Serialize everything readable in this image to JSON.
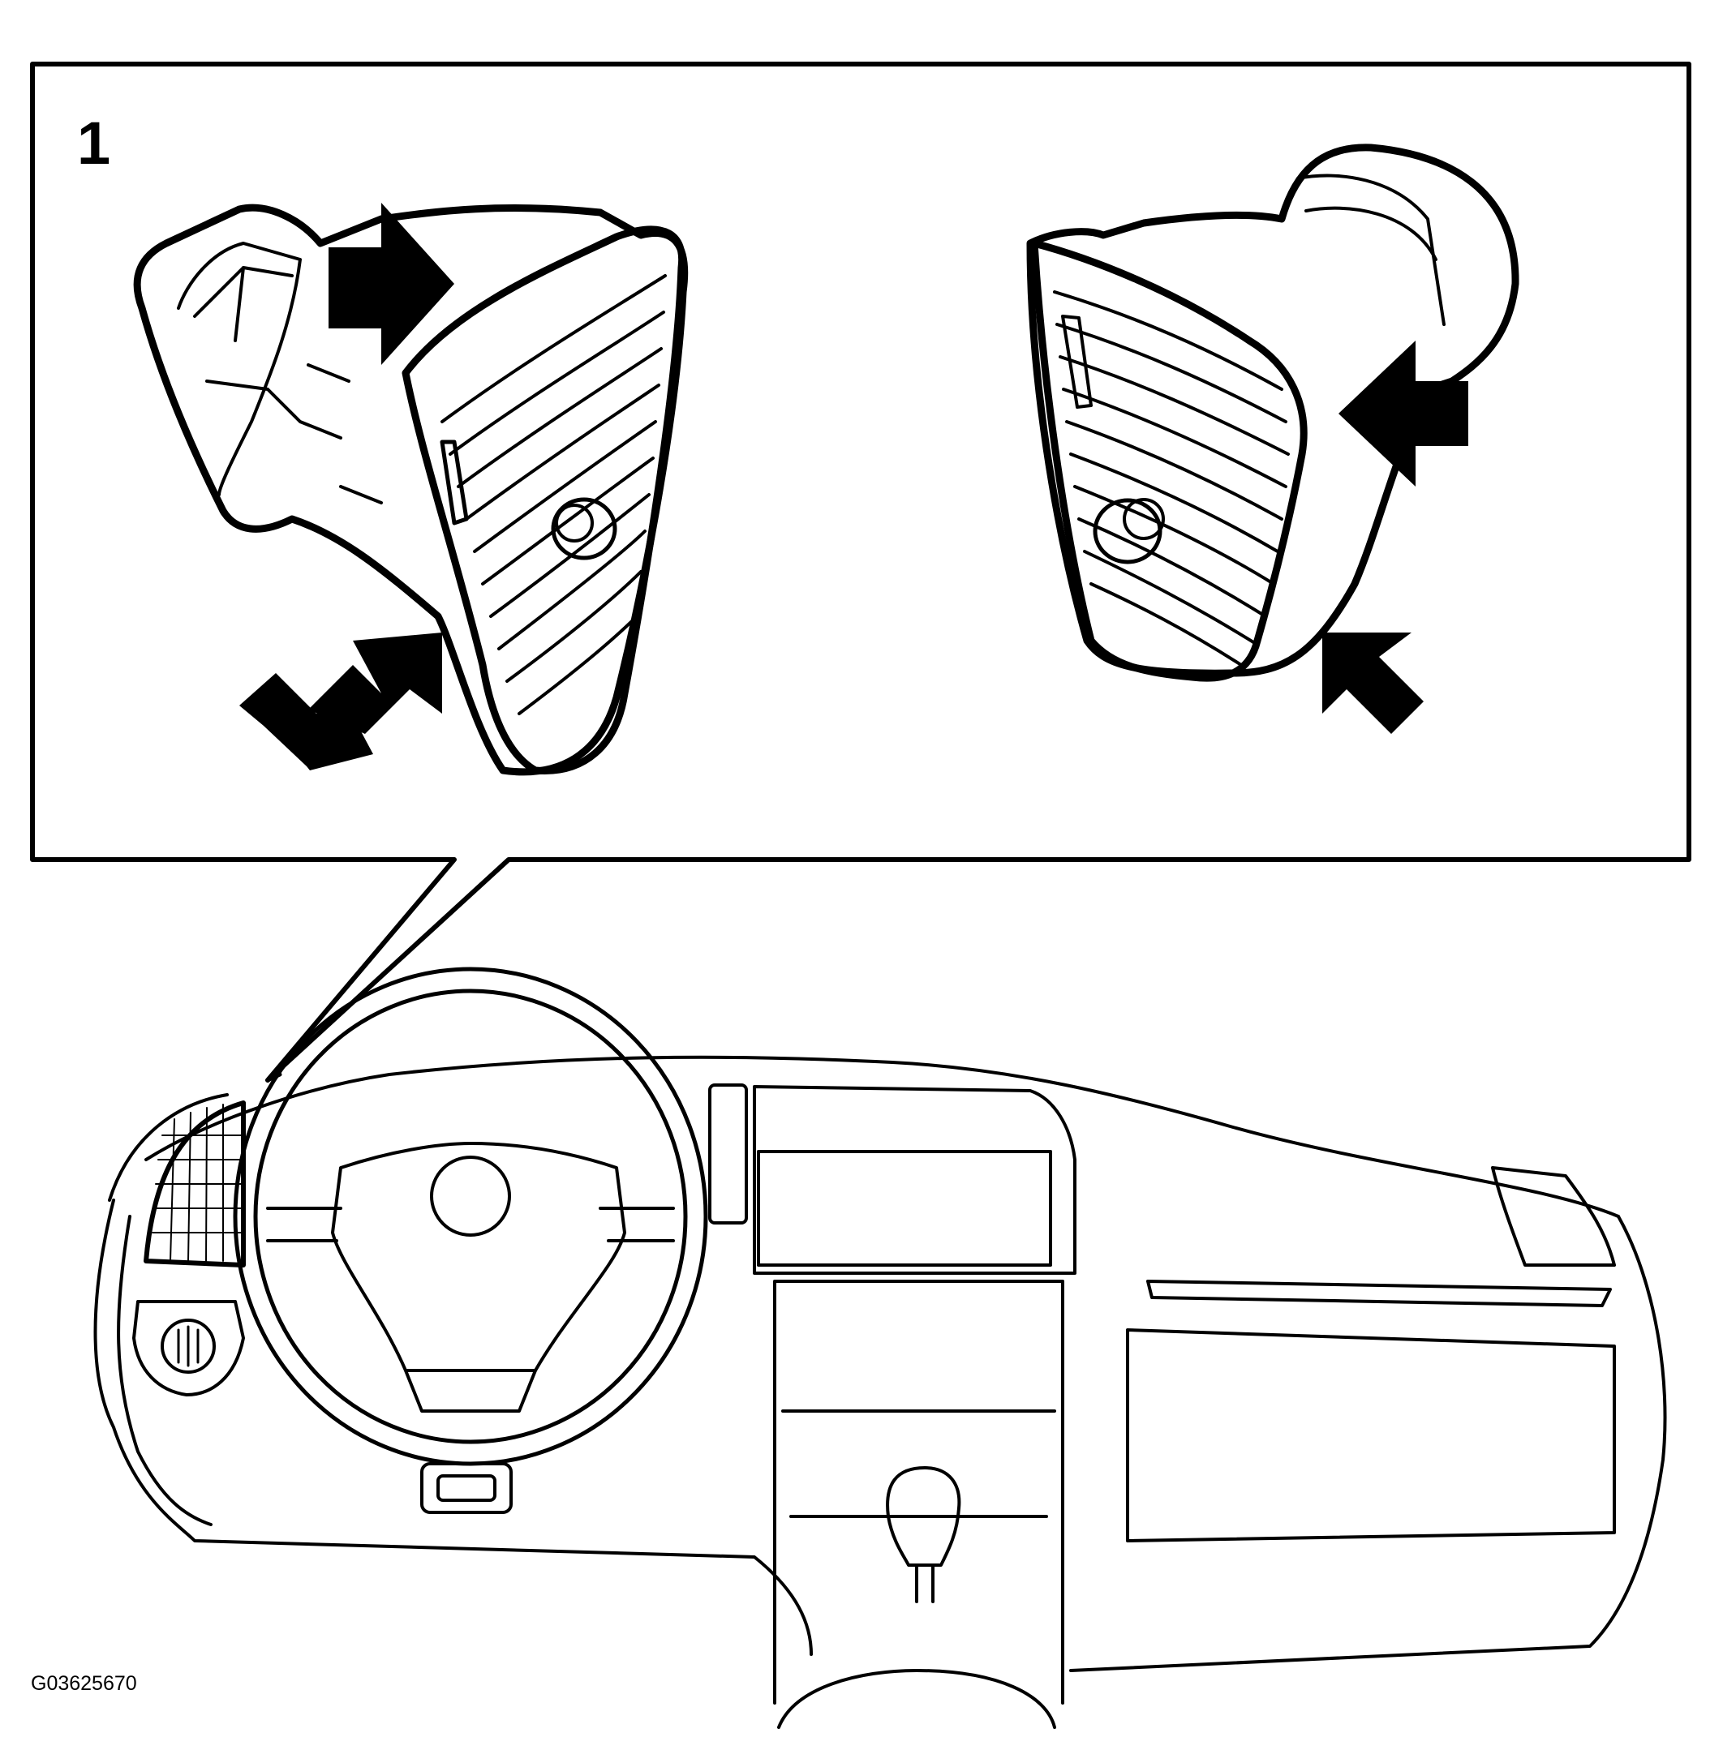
{
  "diagram": {
    "callout_number": "1",
    "figure_code": "G03625670"
  },
  "colors": {
    "line": "#000000",
    "background": "#ffffff"
  },
  "icons": [
    "arrow-icon",
    "air-vent",
    "steering-wheel",
    "gear-knob"
  ]
}
